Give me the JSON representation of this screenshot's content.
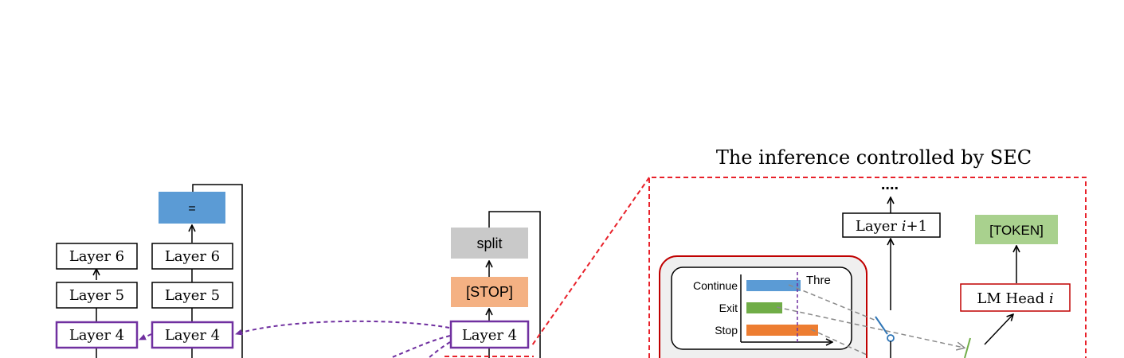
{
  "title": "The inference controlled by SEC",
  "left_stacks": [
    {
      "top_block": "",
      "layers": [
        "Layer 6",
        "Layer 5",
        "Layer 4"
      ]
    },
    {
      "top_block": "=",
      "layers": [
        "Layer 6",
        "Layer 5",
        "Layer 4"
      ]
    }
  ],
  "middle_stack": {
    "blocks": [
      "split",
      "[STOP]"
    ],
    "layer": "Layer 4"
  },
  "zoom": {
    "ellipsis": "....",
    "next_layer": {
      "prefix": "Layer ",
      "var": "i",
      "suffix": "+1"
    },
    "token": "[TOKEN]",
    "lm_head": {
      "prefix": "LM Head ",
      "var": "i"
    },
    "panel": {
      "threshold_label": "Thre",
      "bars": [
        {
          "label": "Continue",
          "value": 0.75,
          "color": "#5b9bd5"
        },
        {
          "label": "Exit",
          "value": 0.5,
          "color": "#70ad47"
        },
        {
          "label": "Stop",
          "value": 1.0,
          "color": "#ed7d31"
        }
      ]
    }
  },
  "colors": {
    "purple": "#7030a0",
    "red_dash": "#e8212a",
    "blue": "#5b9bd5",
    "grey": "#c9c9c9",
    "salmon": "#f4b183",
    "green": "#a9d18e",
    "dark_red": "#c00000"
  }
}
